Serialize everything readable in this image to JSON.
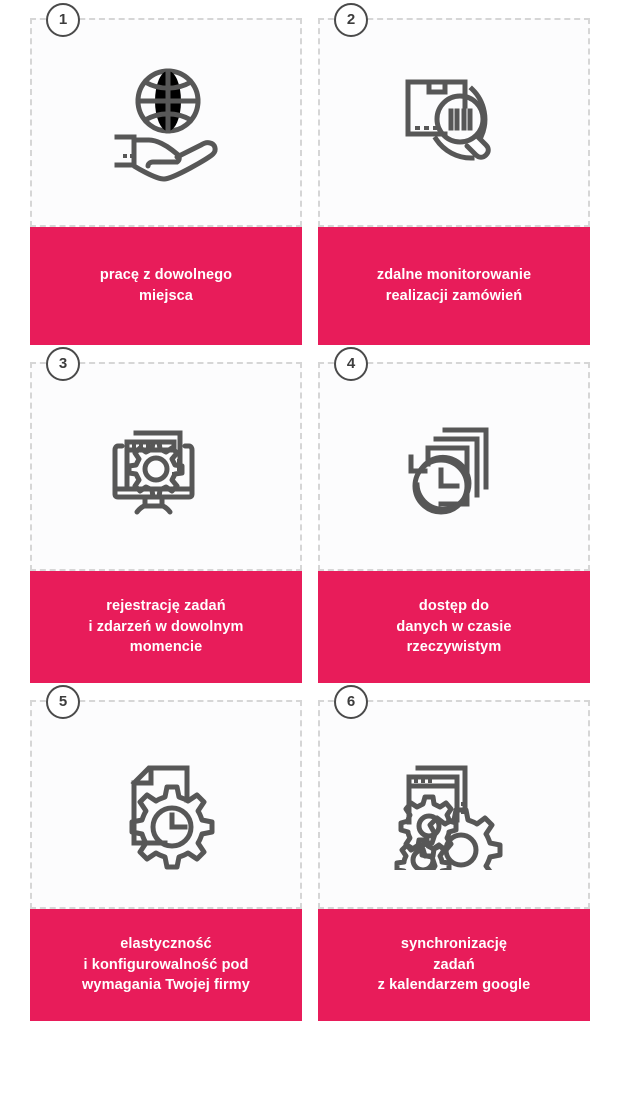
{
  "theme": {
    "accent_pink": "#e81c5a",
    "icon_stroke": "#575757",
    "dashed_border": "#d6d6d6",
    "panel_background": "#fcfcfd",
    "page_background": "#ffffff",
    "caption_text": "#ffffff"
  },
  "cards": [
    {
      "number": "1",
      "icon": "globe-in-hand-icon",
      "caption_lines": [
        "pracę z dowolnego",
        "miejsca"
      ],
      "caption_text": "pracę z dowolnego miejsca"
    },
    {
      "number": "2",
      "icon": "package-magnifier-barcode-icon",
      "caption_lines": [
        "zdalne monitorowanie",
        "realizacji zamówień"
      ],
      "caption_text": "zdalne monitorowanie realizacji zamówień"
    },
    {
      "number": "3",
      "icon": "monitor-window-gear-icon",
      "caption_lines": [
        "rejestrację zadań",
        "i zdarzeń w dowolnym",
        "momencie"
      ],
      "caption_text": "rejestrację zadań i zdarzeń w dowolnym momencie"
    },
    {
      "number": "4",
      "icon": "documents-clock-history-icon",
      "caption_lines": [
        "dostęp do",
        "danych w czasie",
        "rzeczywistym"
      ],
      "caption_text": "dostęp do danych w czasie rzeczywistym"
    },
    {
      "number": "5",
      "icon": "document-gear-clock-icon",
      "caption_lines": [
        "elastyczność",
        "i konfigurowalność pod",
        "wymagania Twojej firmy"
      ],
      "caption_text": "elastyczność i konfigurowalność pod wymagania Twojej firmy"
    },
    {
      "number": "6",
      "icon": "windows-three-gears-icon",
      "caption_lines": [
        "synchronizację",
        "zadań",
        "z kalendarzem google"
      ],
      "caption_text": "synchronizację zadań z kalendarzem google"
    }
  ]
}
